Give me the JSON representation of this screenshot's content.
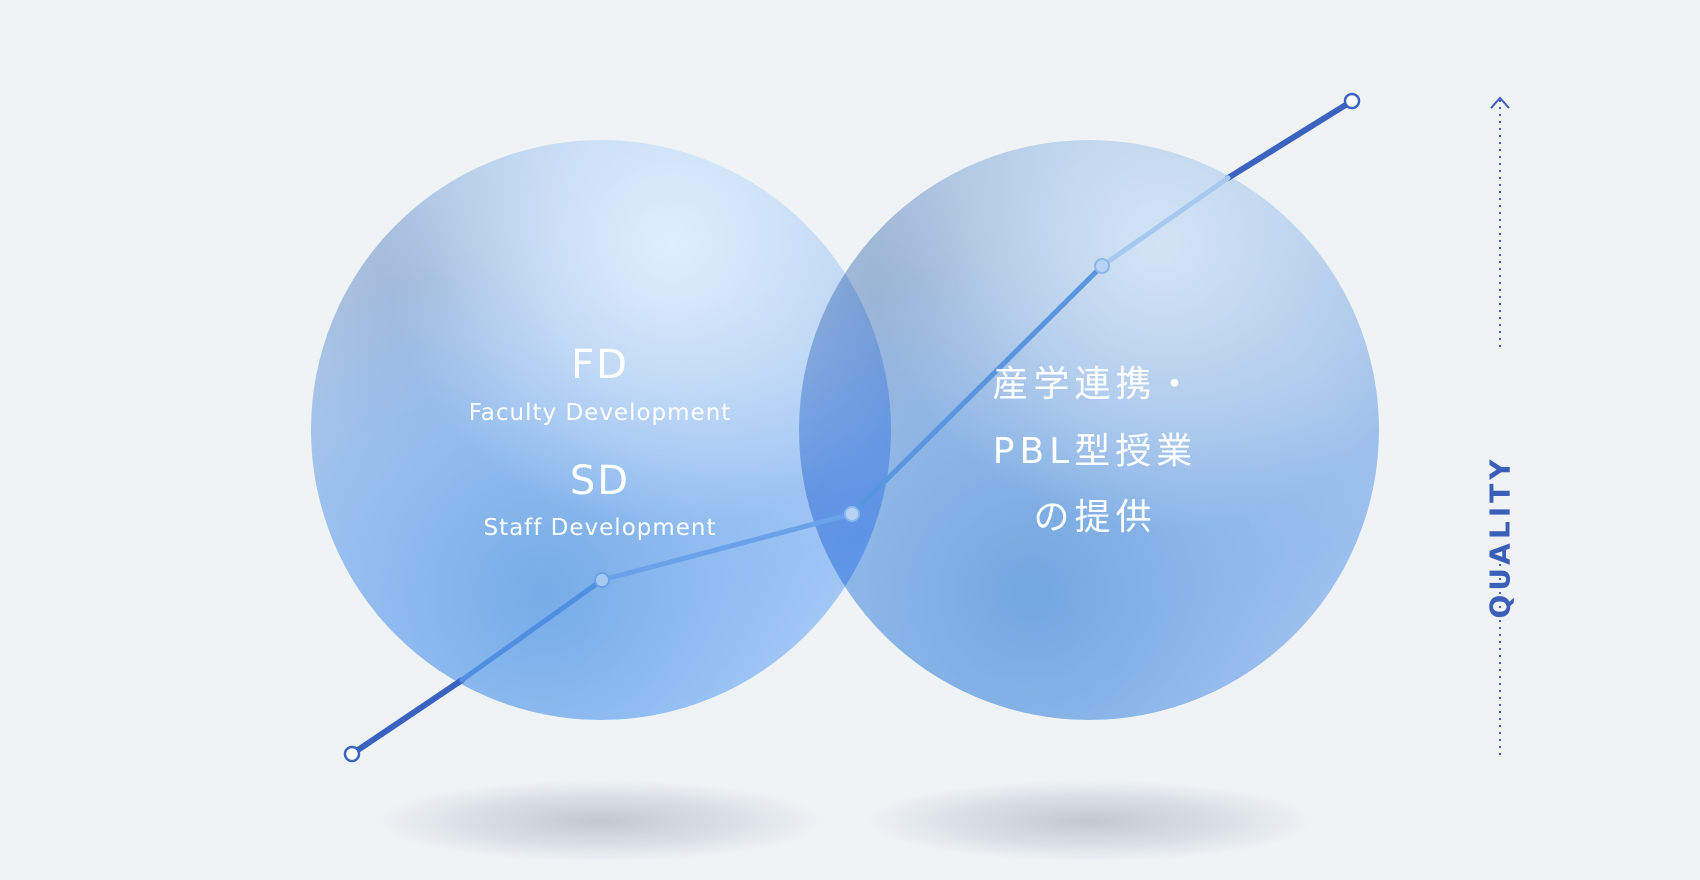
{
  "circles": {
    "left": {
      "title_1": "FD",
      "subtitle_1": "Faculty Development",
      "title_2": "SD",
      "subtitle_2": "Staff Development"
    },
    "right": {
      "line_1": "産学連携・",
      "line_2": "PBL型授業",
      "line_3": "の提供"
    }
  },
  "axis": {
    "label": "QUALITY"
  },
  "colors": {
    "line": "#3a63bf",
    "line_inner": "#9fc4f0",
    "axis": "#3a5fb8",
    "background": "#eff3f6"
  }
}
